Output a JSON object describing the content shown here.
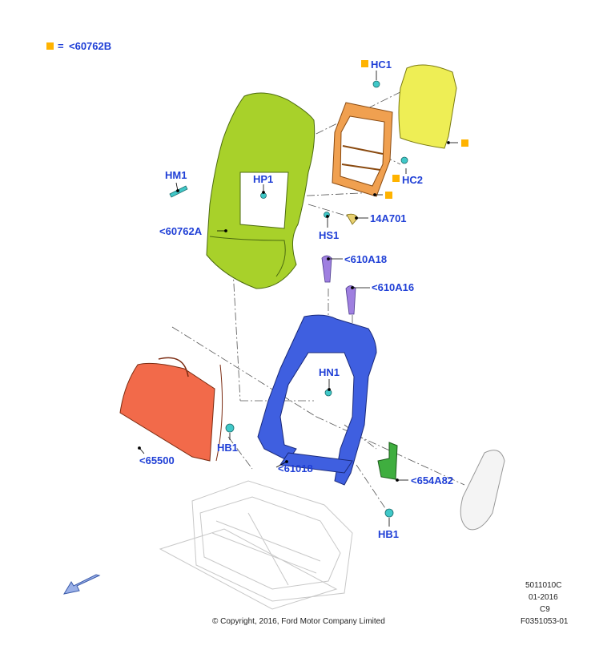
{
  "legend": {
    "equals": "=",
    "ref": "<60762B"
  },
  "labels": {
    "hc1": "HC1",
    "hm1": "HM1",
    "hp1": "HP1",
    "hc2": "HC2",
    "p14a701": "14A701",
    "hs1": "HS1",
    "p60762a": "<60762A",
    "p610a18": "<610A18",
    "p610a16": "<610A16",
    "hn1": "HN1",
    "hb1_left": "HB1",
    "p65500": "<65500",
    "p61018": "<61018",
    "p654a82": "<654A82",
    "hb1_right": "HB1"
  },
  "footer": {
    "code1": "5011010C",
    "date": "01-2016",
    "code2": "C9",
    "figure": "F0351053-01",
    "copyright": "© Copyright, 2016, Ford Motor Company Limited"
  },
  "colors": {
    "label": "#1f3fd6",
    "marker": "#ffb300",
    "seat_back_frame": "#a8d12a",
    "trim_panel": "#f0c040",
    "pad": "#eeee55",
    "lumbar": "#f26a4a",
    "back_frame": "#3f5fe0",
    "bracket": "#3fae3f",
    "fastener": "#40c8c8",
    "bolt": "#9f7fe0"
  },
  "icons": {
    "direction_arrow": "arrow-icon"
  }
}
